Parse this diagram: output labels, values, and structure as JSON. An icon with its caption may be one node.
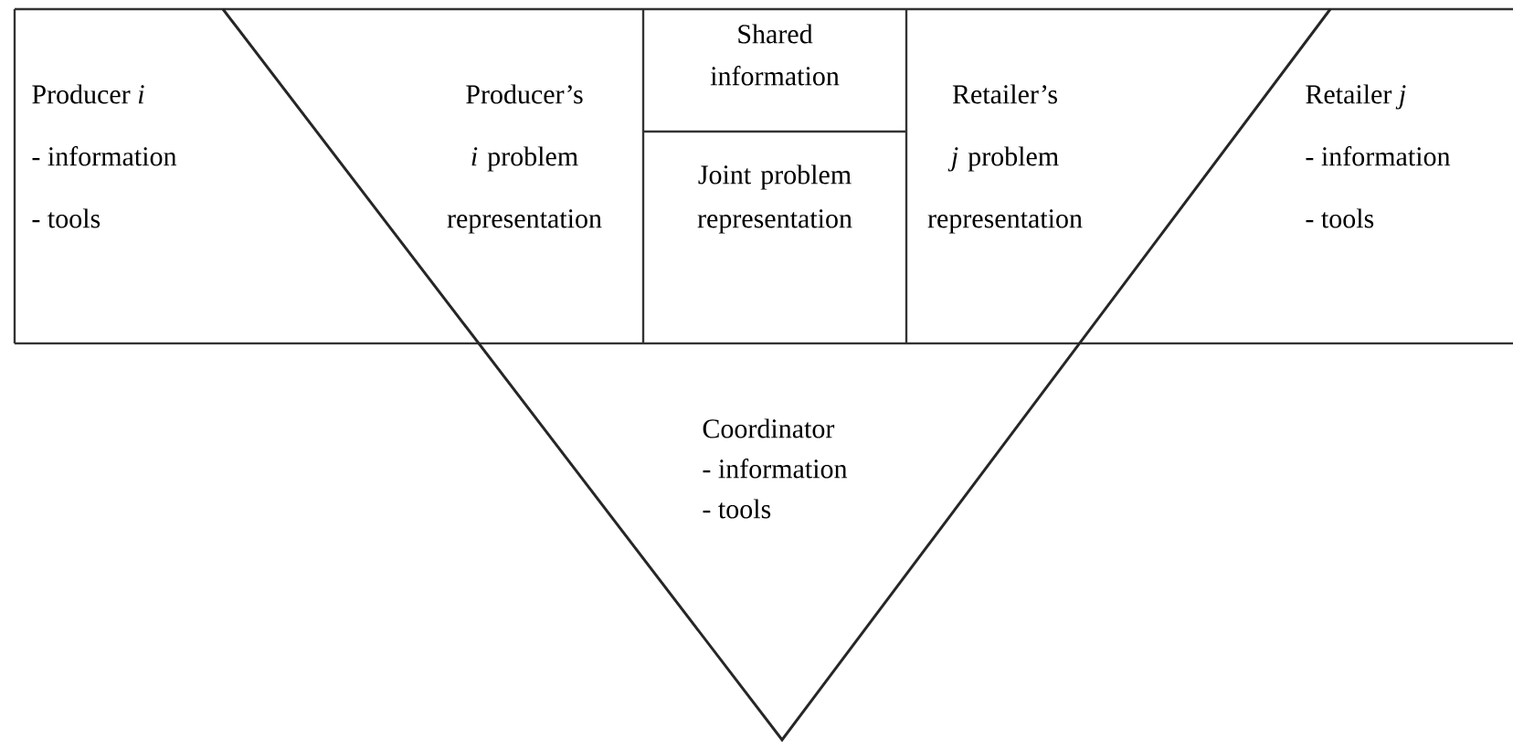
{
  "diagram": {
    "nodes": [
      {
        "text": [
          "Coordinator",
          "- information",
          "- tools"
        ]
      },
      {
        "text": [
          "Producer *i*",
          "- information",
          "- tools"
        ]
      },
      {
        "text": [
          "Producer’s *i* problem representation"
        ],
        "in": 0
      },
      {
        "text": [
          "Shared information"
        ],
        "in": 0
      },
      {
        "text": [
          "Joint problem representation"
        ],
        "in": 0
      },
      {
        "text": [
          "Retailer’s *j* problem representation"
        ],
        "in": 0
      },
      {
        "text": [
          "Retailer *j*",
          "- information",
          "- tools"
        ]
      }
    ]
  }
}
